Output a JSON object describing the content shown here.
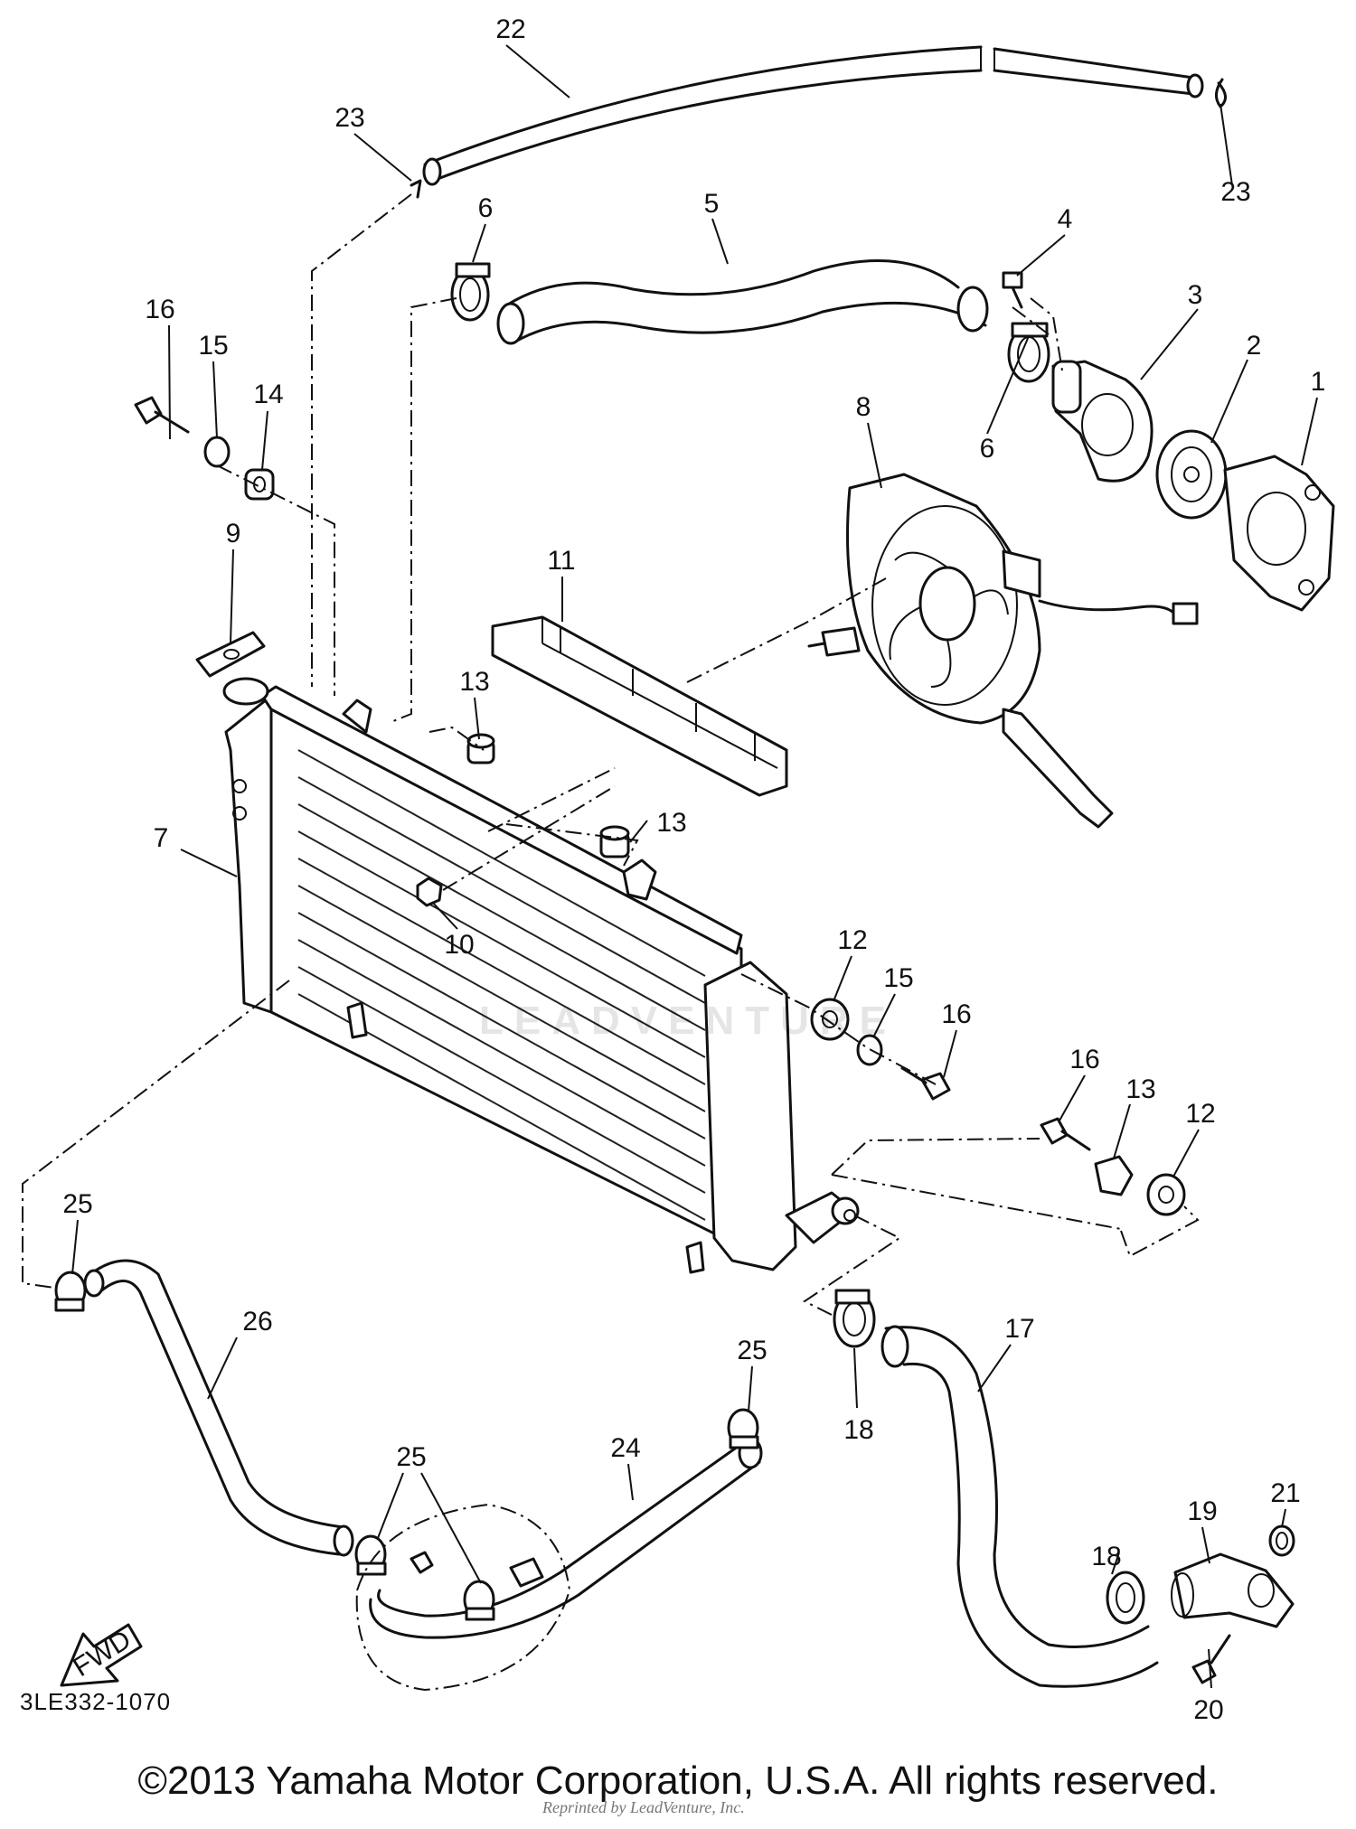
{
  "diagram_code": "3LE332-1070",
  "copyright": "©2013 Yamaha Motor Corporation, U.S.A. All rights reserved.",
  "watermark_small": "Reprinted by LeadVenture, Inc.",
  "watermark_large": "LEADVENTURE",
  "fwd_arrow_label": "FWD",
  "callouts": {
    "c1": "1",
    "c2": "2",
    "c3": "3",
    "c4": "4",
    "c5": "5",
    "c6a": "6",
    "c6b": "6",
    "c7": "7",
    "c8": "8",
    "c9": "9",
    "c10": "10",
    "c11": "11",
    "c12a": "12",
    "c12b": "12",
    "c13a": "13",
    "c13b": "13",
    "c13c": "13",
    "c14": "14",
    "c15a": "15",
    "c15b": "15",
    "c16a": "16",
    "c16b": "16",
    "c16c": "16",
    "c17": "17",
    "c18a": "18",
    "c18b": "18",
    "c19": "19",
    "c20": "20",
    "c21": "21",
    "c22": "22",
    "c23a": "23",
    "c23b": "23",
    "c24": "24",
    "c25a": "25",
    "c25b": "25",
    "c25c": "25",
    "c26": "26"
  }
}
